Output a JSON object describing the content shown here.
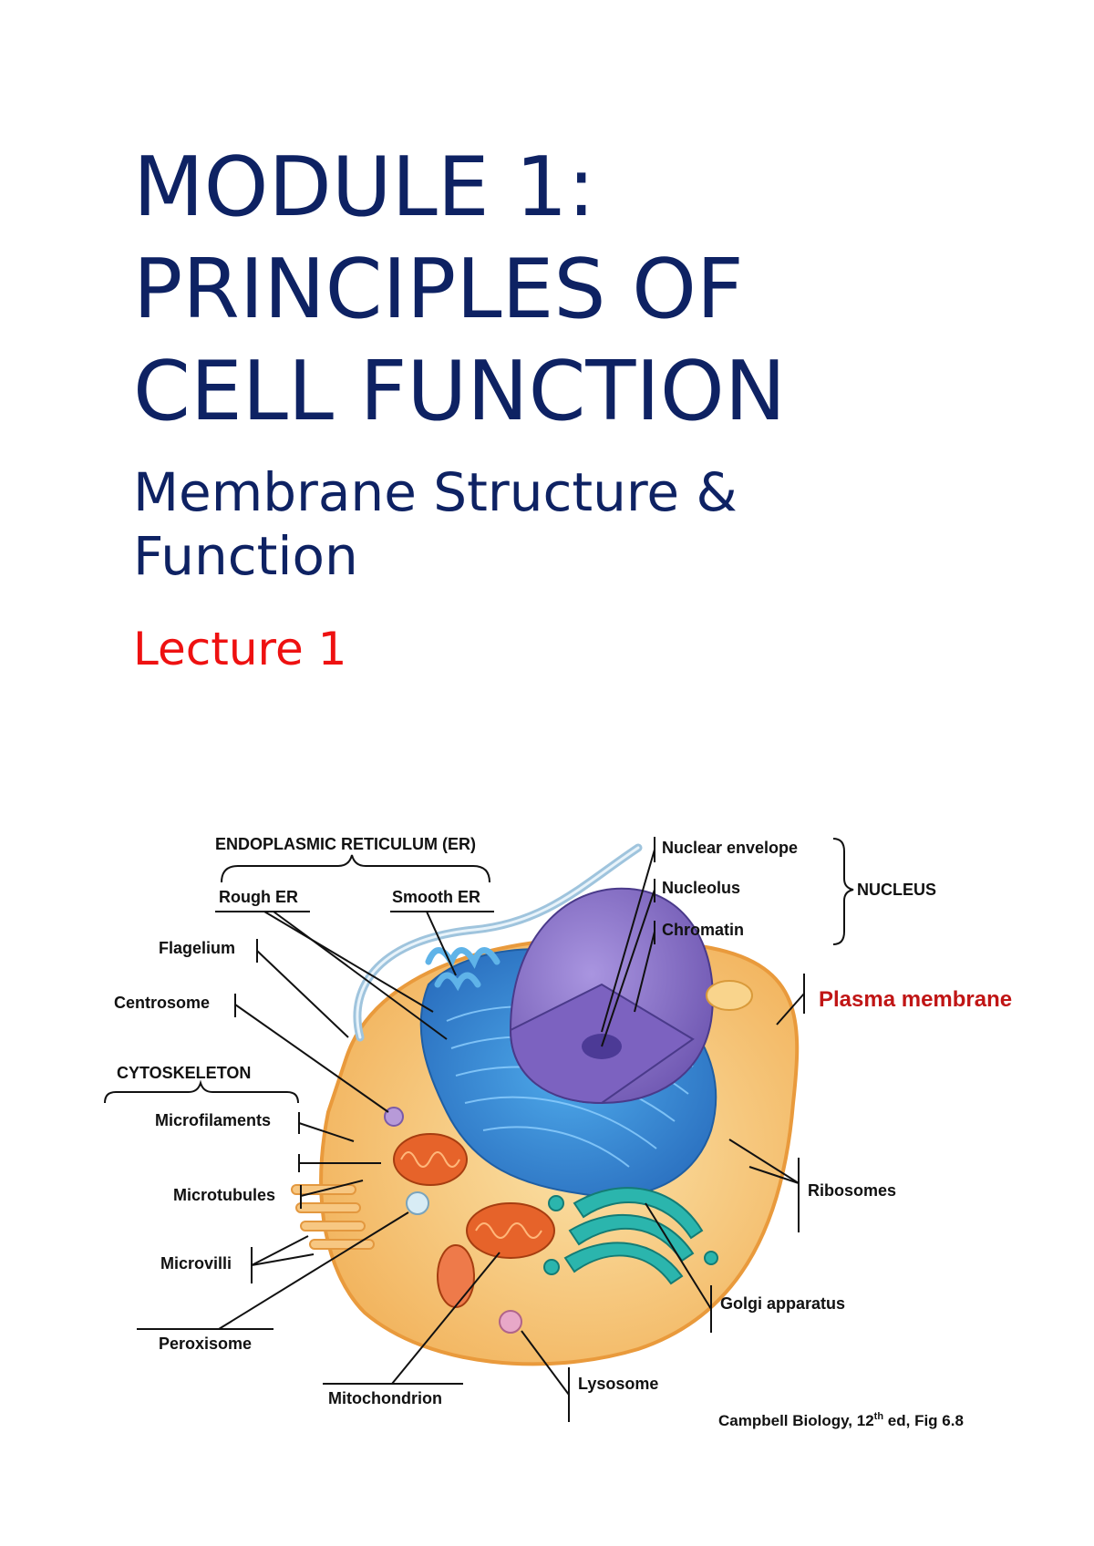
{
  "title": {
    "line1": "MODULE 1:",
    "line2": "PRINCIPLES OF",
    "line3": "CELL FUNCTION"
  },
  "subtitle": {
    "line1": "Membrane Structure &",
    "line2": "Function"
  },
  "lecture": "Lecture 1",
  "figure": {
    "labels": {
      "er_group": "ENDOPLASMIC RETICULUM (ER)",
      "rough_er": "Rough ER",
      "smooth_er": "Smooth ER",
      "flagellum": "Flagelium",
      "centrosome": "Centrosome",
      "cytoskeleton": "CYTOSKELETON",
      "microfilaments": "Microfilaments",
      "microtubules": "Microtubules",
      "microvilli": "Microvilli",
      "peroxisome": "Peroxisome",
      "mitochondrion": "Mitochondrion",
      "lysosome": "Lysosome",
      "golgi": "Golgi apparatus",
      "ribosomes": "Ribosomes",
      "plasma_membrane": "Plasma membrane",
      "nuclear_envelope": "Nuclear envelope",
      "nucleolus": "Nucleolus",
      "chromatin": "Chromatin",
      "nucleus": "NUCLEUS"
    },
    "caption_pre": "Campbell Biology, 12",
    "caption_sup": "th",
    "caption_post": " ed, Fig 6.8",
    "colors": {
      "cytoplasm": "#f6c77a",
      "cell_edge": "#e99a3c",
      "nucleus": "#8c70c6",
      "er": "#3a8fd8",
      "golgi": "#2bb5ad",
      "mitochondrion": "#e6632a",
      "plasma_label": "#c01515"
    }
  }
}
